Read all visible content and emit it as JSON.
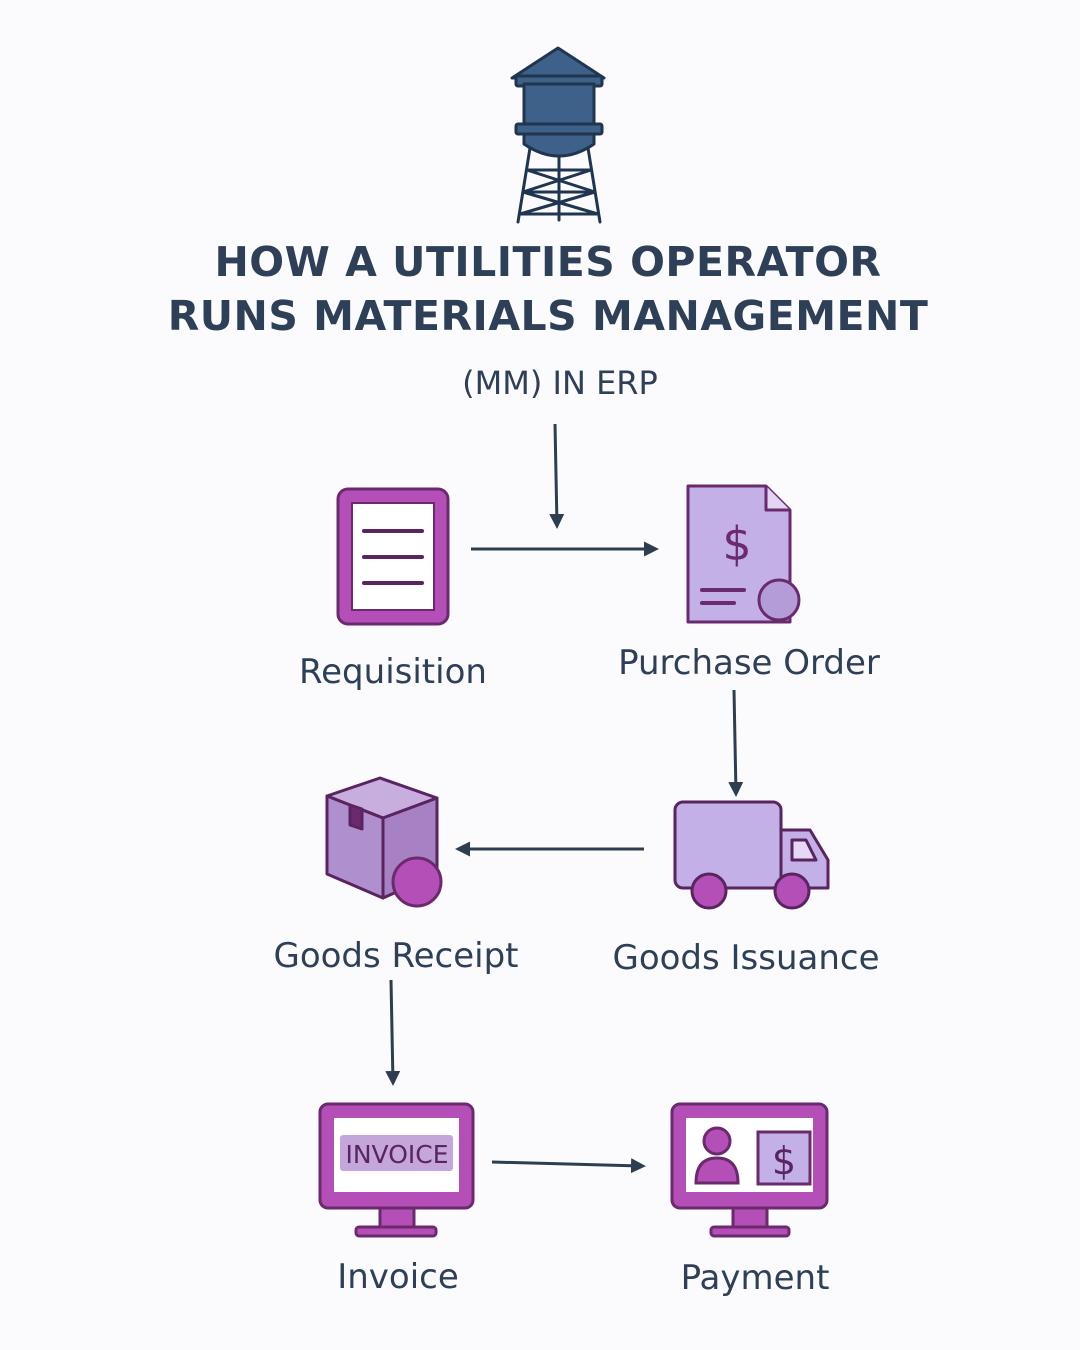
{
  "title": {
    "line1": "HOW A UTILITIES OPERATOR",
    "line2": "RUNS MATERIALS MANAGEMENT",
    "subtitle": "(MM) IN ERP"
  },
  "steps": [
    {
      "label": "Requisition",
      "icon": "document-icon"
    },
    {
      "label": "Purchase Order",
      "icon": "invoice-document-icon"
    },
    {
      "label": "Goods Issuance",
      "icon": "delivery-truck-icon"
    },
    {
      "label": "Goods Receipt",
      "icon": "package-box-icon"
    },
    {
      "label": "Invoice",
      "icon": "invoice-monitor-icon"
    },
    {
      "label": "Payment",
      "icon": "payment-monitor-icon"
    }
  ],
  "icons": {
    "header": "water-tower-icon",
    "invoice_screen_text": "INVOICE",
    "dollar_sign": "$"
  },
  "colors": {
    "text": "#2e3f58",
    "arrow": "#2c3e50",
    "magenta": "#b44fb8",
    "magenta_dark": "#6b2a6e",
    "lavender": "#c3b0e6",
    "tower_blue": "#3d6189"
  }
}
